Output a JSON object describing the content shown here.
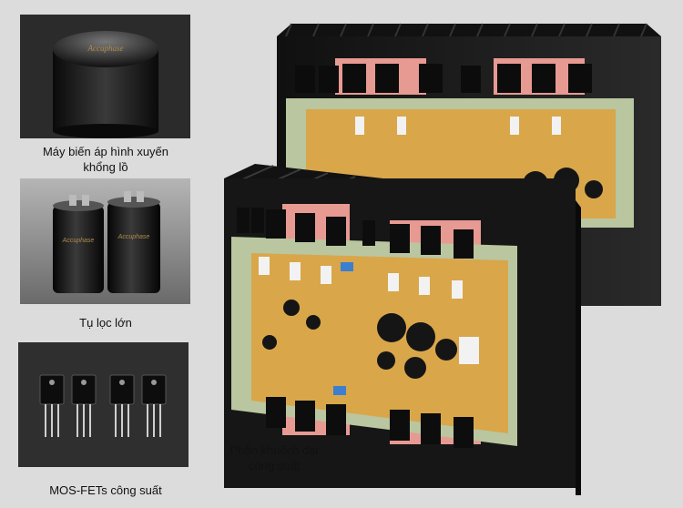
{
  "captions": {
    "transformer_line1": "Máy biến áp hình xuyến",
    "transformer_line2": "khổng lồ",
    "capacitor": "Tụ lọc lớn",
    "mosfet": "MOS-FETs công suất",
    "amp_line1": "Phần khuếch đại",
    "amp_line2": "công suất"
  },
  "colors": {
    "background": "#dcdcdc",
    "photo_bg": "#1c1c1c",
    "heatsink": "#151515",
    "pcb": "#d9a64a",
    "pcb_light": "#b9c6a0",
    "pad_pink": "#e79a92"
  },
  "icons": [
    "transformer-photo",
    "capacitors-photo",
    "mosfets-photo",
    "amplifier-photo"
  ]
}
